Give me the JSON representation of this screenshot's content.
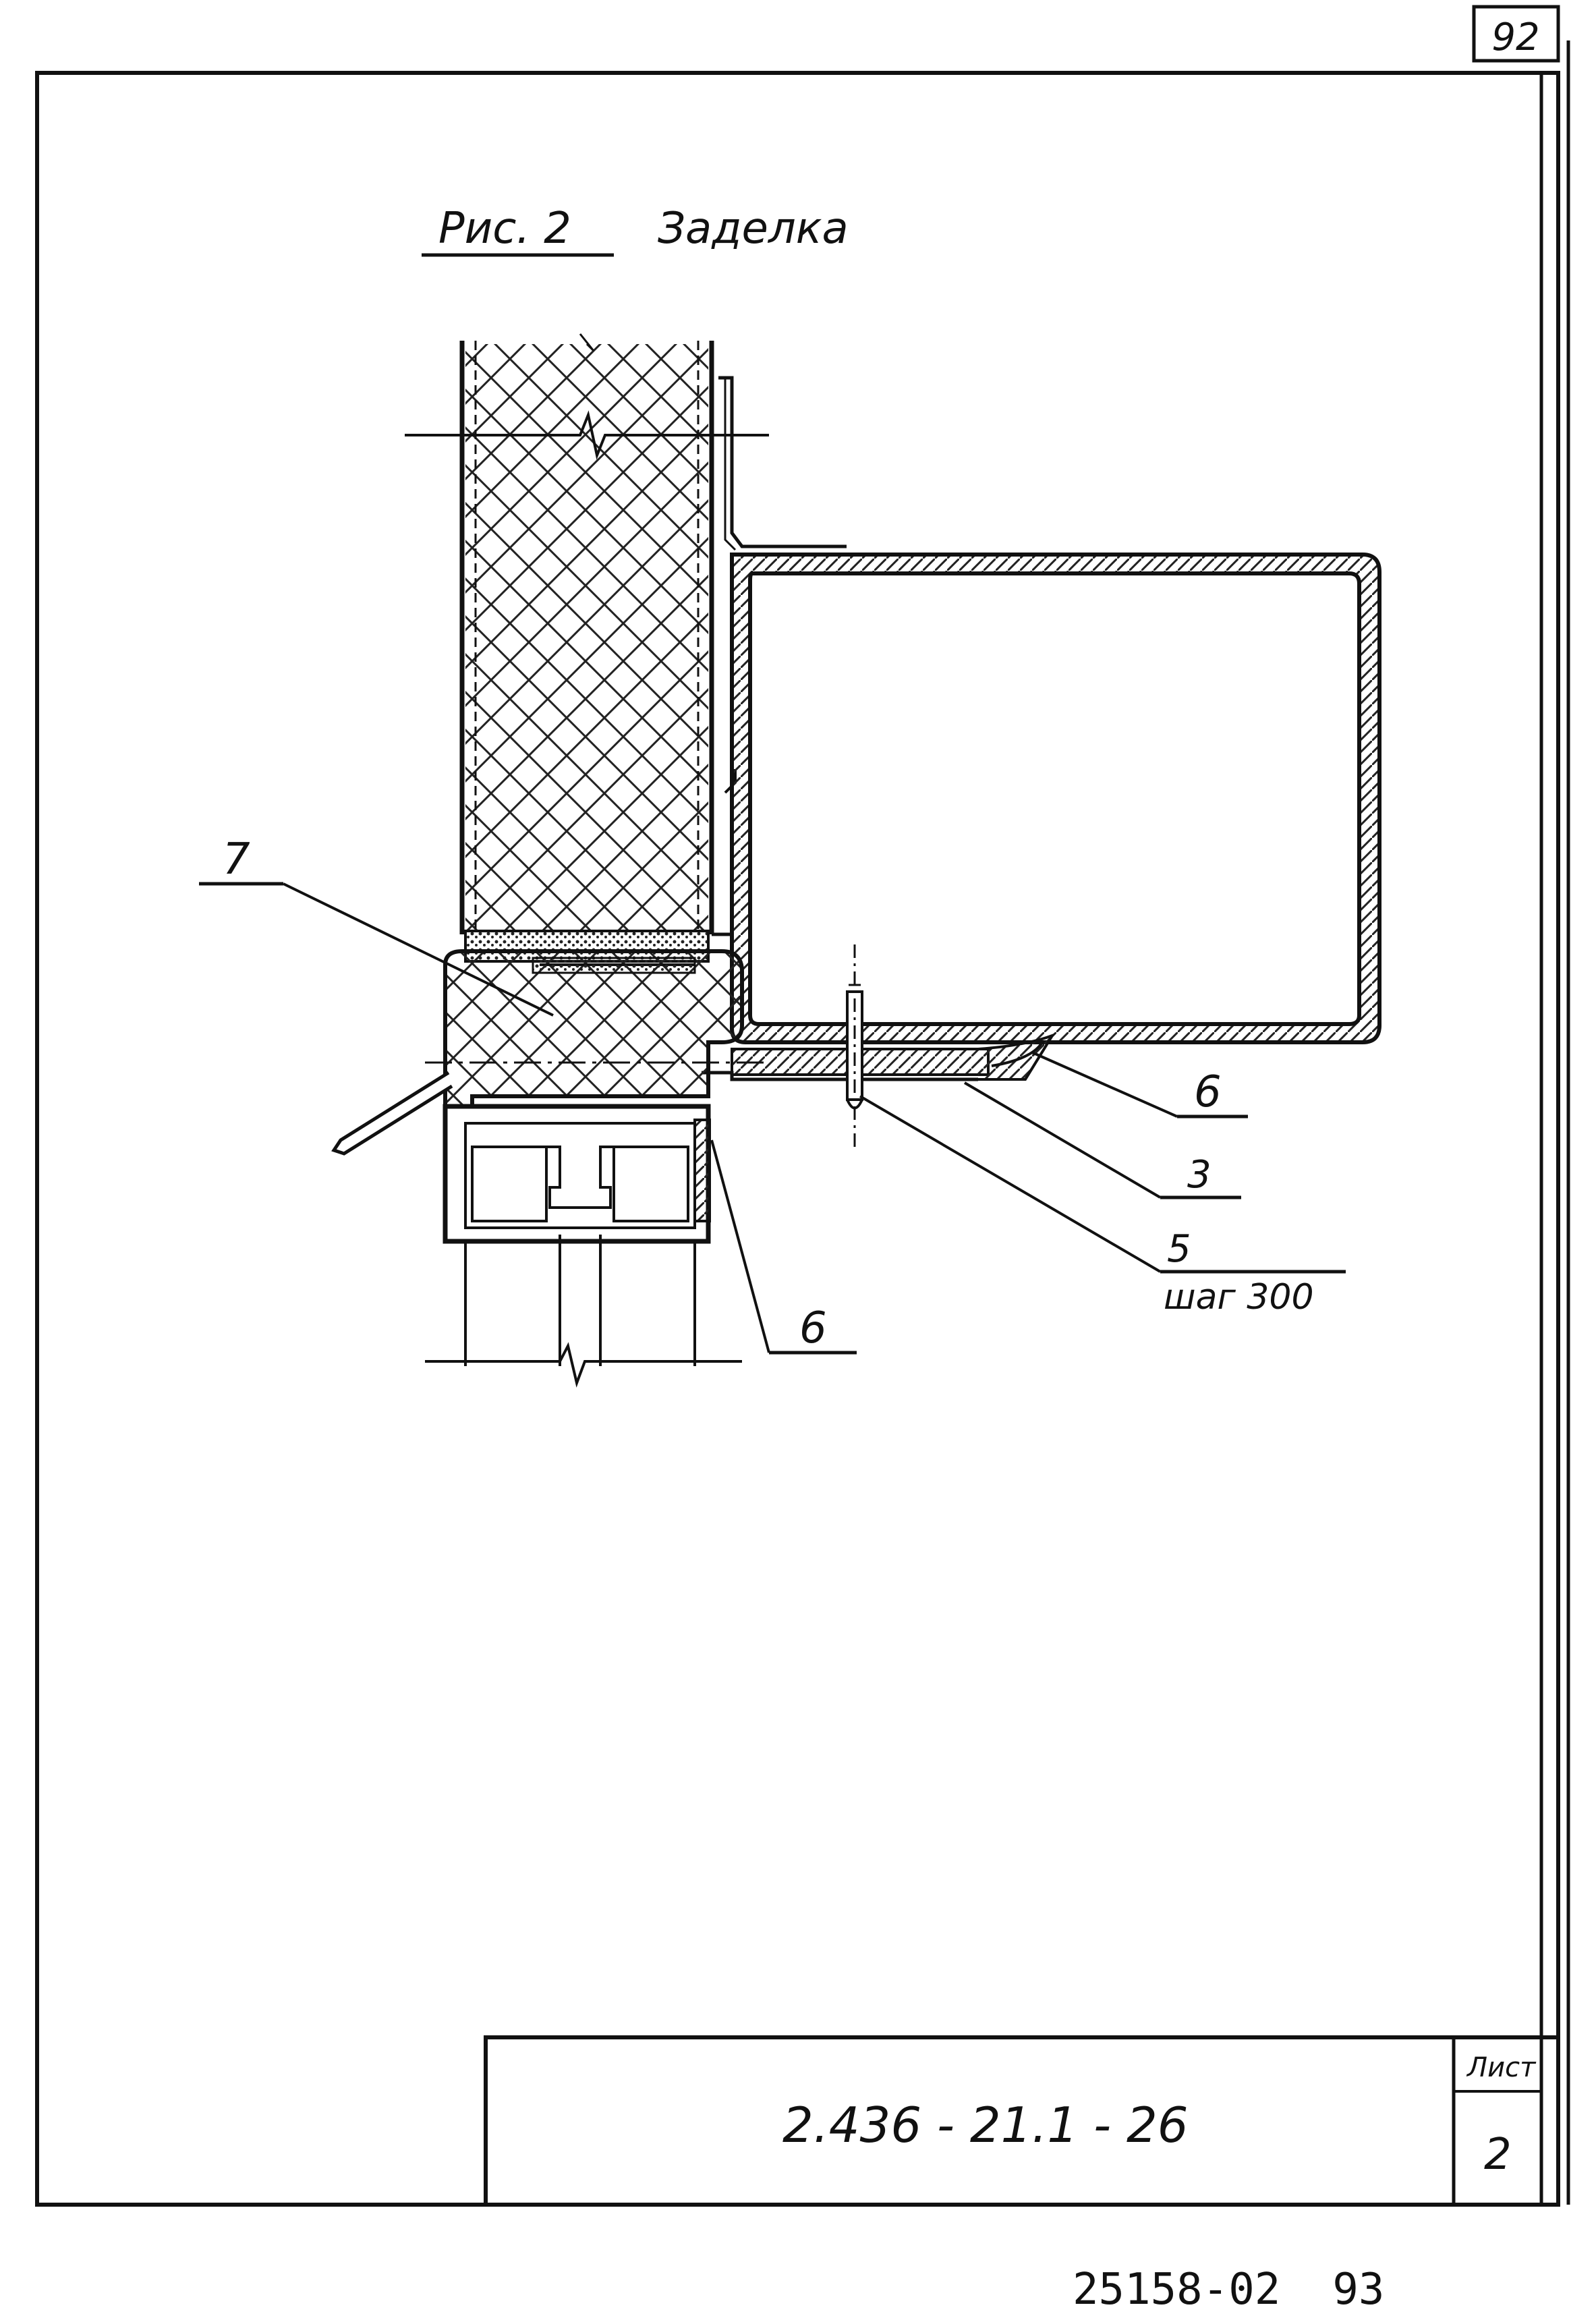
{
  "page_number": "92",
  "figure": {
    "label": "Рис. 2",
    "title": "Заделка"
  },
  "callouts": [
    {
      "id": "7",
      "text": "7"
    },
    {
      "id": "6a",
      "text": "6"
    },
    {
      "id": "3",
      "text": "3"
    },
    {
      "id": "5",
      "text": "5"
    },
    {
      "id": "step",
      "text": "шаг 300"
    },
    {
      "id": "6b",
      "text": "6"
    }
  ],
  "title_block": {
    "designation": "2.436 - 21.1 - 26",
    "sheet_label": "Лист",
    "sheet_number": "2"
  },
  "archive_number": "25158-02  93"
}
